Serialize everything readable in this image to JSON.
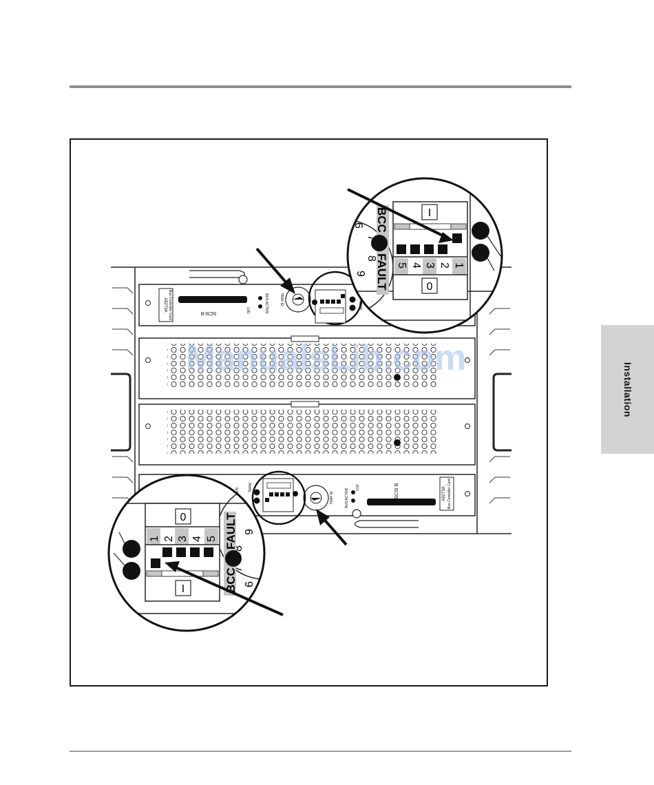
{
  "side_tab": {
    "label": "Installation",
    "color": "#d3d3d3"
  },
  "watermark": {
    "text": "ManualsLib.com",
    "color": "#a0beeb"
  },
  "diagram": {
    "upper_controller": {
      "card_label": "A5273A",
      "card_sublabel": "Bus Controller Card",
      "port_label": "SCSI B",
      "led_bus_active": "BUS ACTIVE",
      "led_lvd": "LVD",
      "dial_label": "TRAY ID",
      "led_term": "TERM",
      "led_bus": "BUS"
    },
    "lower_controller": {
      "card_label": "A5273A",
      "card_sublabel": "Bus Controller Card",
      "port_label": "SCSI B",
      "led_bus_active": "BUS ACTIVE",
      "led_lvd": "LVD",
      "dial_label": "TRAY ID",
      "led_term": "TERM",
      "led_bus": "BUS"
    },
    "upper_zoom": {
      "bcc_label": "BCC",
      "fault_label": "FAULT",
      "top_cell": "I",
      "bottom_cell": "0",
      "switch_numbers": [
        "5",
        "4",
        "3",
        "2",
        "1"
      ],
      "dial_numbers": [
        "6",
        "7",
        "8",
        "9"
      ]
    },
    "lower_zoom": {
      "bcc_label": "BCC",
      "fault_label": "FAULT",
      "top_cell": "0",
      "bottom_cell": "I",
      "switch_numbers": [
        "1",
        "2",
        "3",
        "4",
        "5"
      ],
      "dial_numbers": [
        "9",
        "8",
        "7",
        "6"
      ]
    }
  }
}
